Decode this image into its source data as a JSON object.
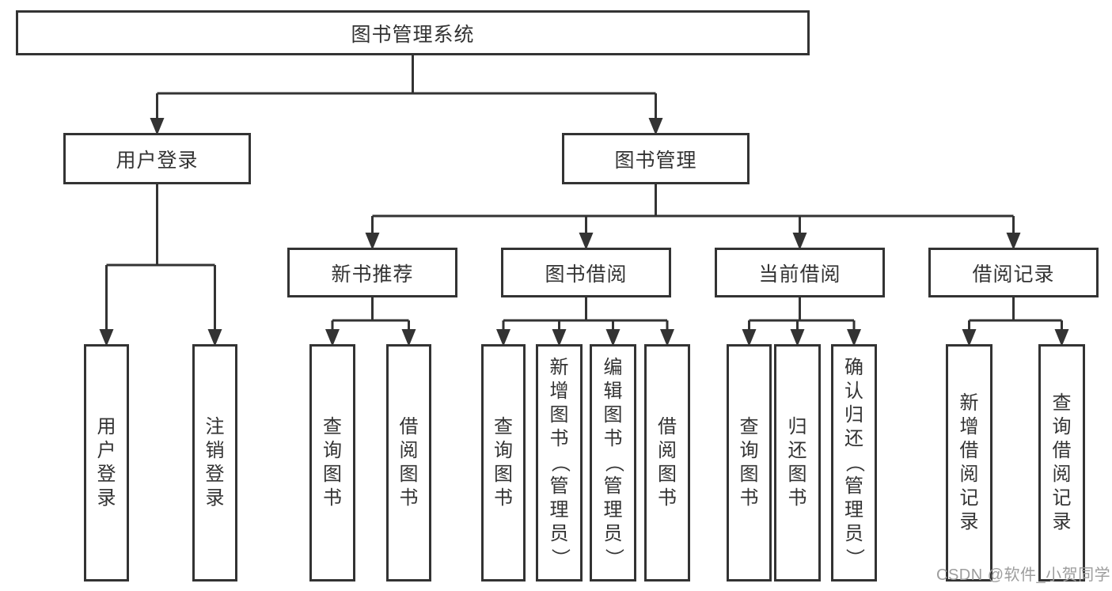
{
  "tree": {
    "label": "图书管理系统",
    "children": [
      {
        "label": "用户登录",
        "children": [
          {
            "label": "用户登录"
          },
          {
            "label": "注销登录"
          }
        ]
      },
      {
        "label": "图书管理",
        "children": [
          {
            "label": "新书推荐",
            "children": [
              {
                "label": "查询图书"
              },
              {
                "label": "借阅图书"
              }
            ]
          },
          {
            "label": "图书借阅",
            "children": [
              {
                "label": "查询图书"
              },
              {
                "label": "新增图书（管理员）"
              },
              {
                "label": "编辑图书（管理员）"
              },
              {
                "label": "借阅图书"
              }
            ]
          },
          {
            "label": "当前借阅",
            "children": [
              {
                "label": "查询图书"
              },
              {
                "label": "归还图书"
              },
              {
                "label": "确认归还（管理员）"
              }
            ]
          },
          {
            "label": "借阅记录",
            "children": [
              {
                "label": "新增借阅记录"
              },
              {
                "label": "查询借阅记录"
              }
            ]
          }
        ]
      }
    ]
  },
  "watermark": {
    "text": "CSDN @软件_小贺同学"
  },
  "colors": {
    "line": "#333333",
    "box_border": "#333333",
    "box_background": "#ffffff",
    "text": "#333333",
    "watermark": "#9d9d9d",
    "page_background": "#ffffff"
  }
}
